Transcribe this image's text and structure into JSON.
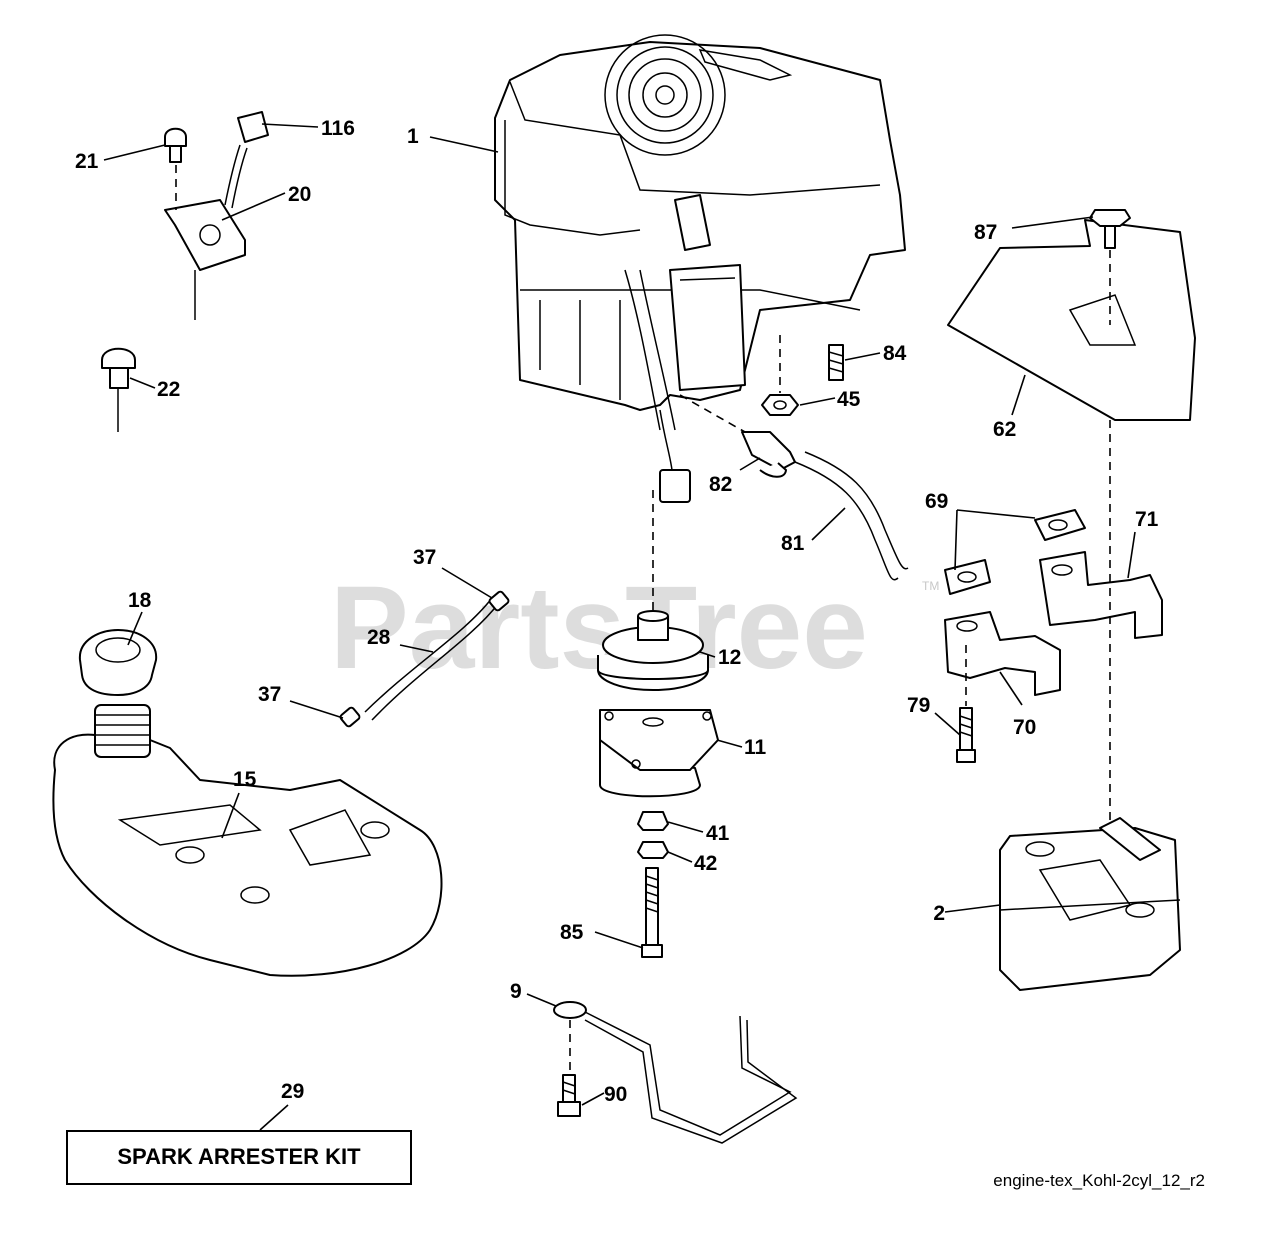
{
  "watermark": {
    "text": "PartsTree",
    "tm": "TM"
  },
  "callouts": [
    {
      "id": "c1",
      "text": "1"
    },
    {
      "id": "c2",
      "text": "2"
    },
    {
      "id": "c9",
      "text": "9"
    },
    {
      "id": "c11",
      "text": "11"
    },
    {
      "id": "c12",
      "text": "12"
    },
    {
      "id": "c15",
      "text": "15"
    },
    {
      "id": "c18",
      "text": "18"
    },
    {
      "id": "c20",
      "text": "20"
    },
    {
      "id": "c21",
      "text": "21"
    },
    {
      "id": "c22",
      "text": "22"
    },
    {
      "id": "c28",
      "text": "28"
    },
    {
      "id": "c29",
      "text": "29"
    },
    {
      "id": "c37a",
      "text": "37"
    },
    {
      "id": "c37b",
      "text": "37"
    },
    {
      "id": "c41",
      "text": "41"
    },
    {
      "id": "c42",
      "text": "42"
    },
    {
      "id": "c45",
      "text": "45"
    },
    {
      "id": "c62",
      "text": "62"
    },
    {
      "id": "c69",
      "text": "69"
    },
    {
      "id": "c70",
      "text": "70"
    },
    {
      "id": "c71",
      "text": "71"
    },
    {
      "id": "c79",
      "text": "79"
    },
    {
      "id": "c81",
      "text": "81"
    },
    {
      "id": "c82",
      "text": "82"
    },
    {
      "id": "c84",
      "text": "84"
    },
    {
      "id": "c85",
      "text": "85"
    },
    {
      "id": "c87",
      "text": "87"
    },
    {
      "id": "c90",
      "text": "90"
    },
    {
      "id": "c116",
      "text": "116"
    }
  ],
  "kit_label": "SPARK ARRESTER KIT",
  "drawing_code": "engine-tex_Kohl-2cyl_12_r2"
}
